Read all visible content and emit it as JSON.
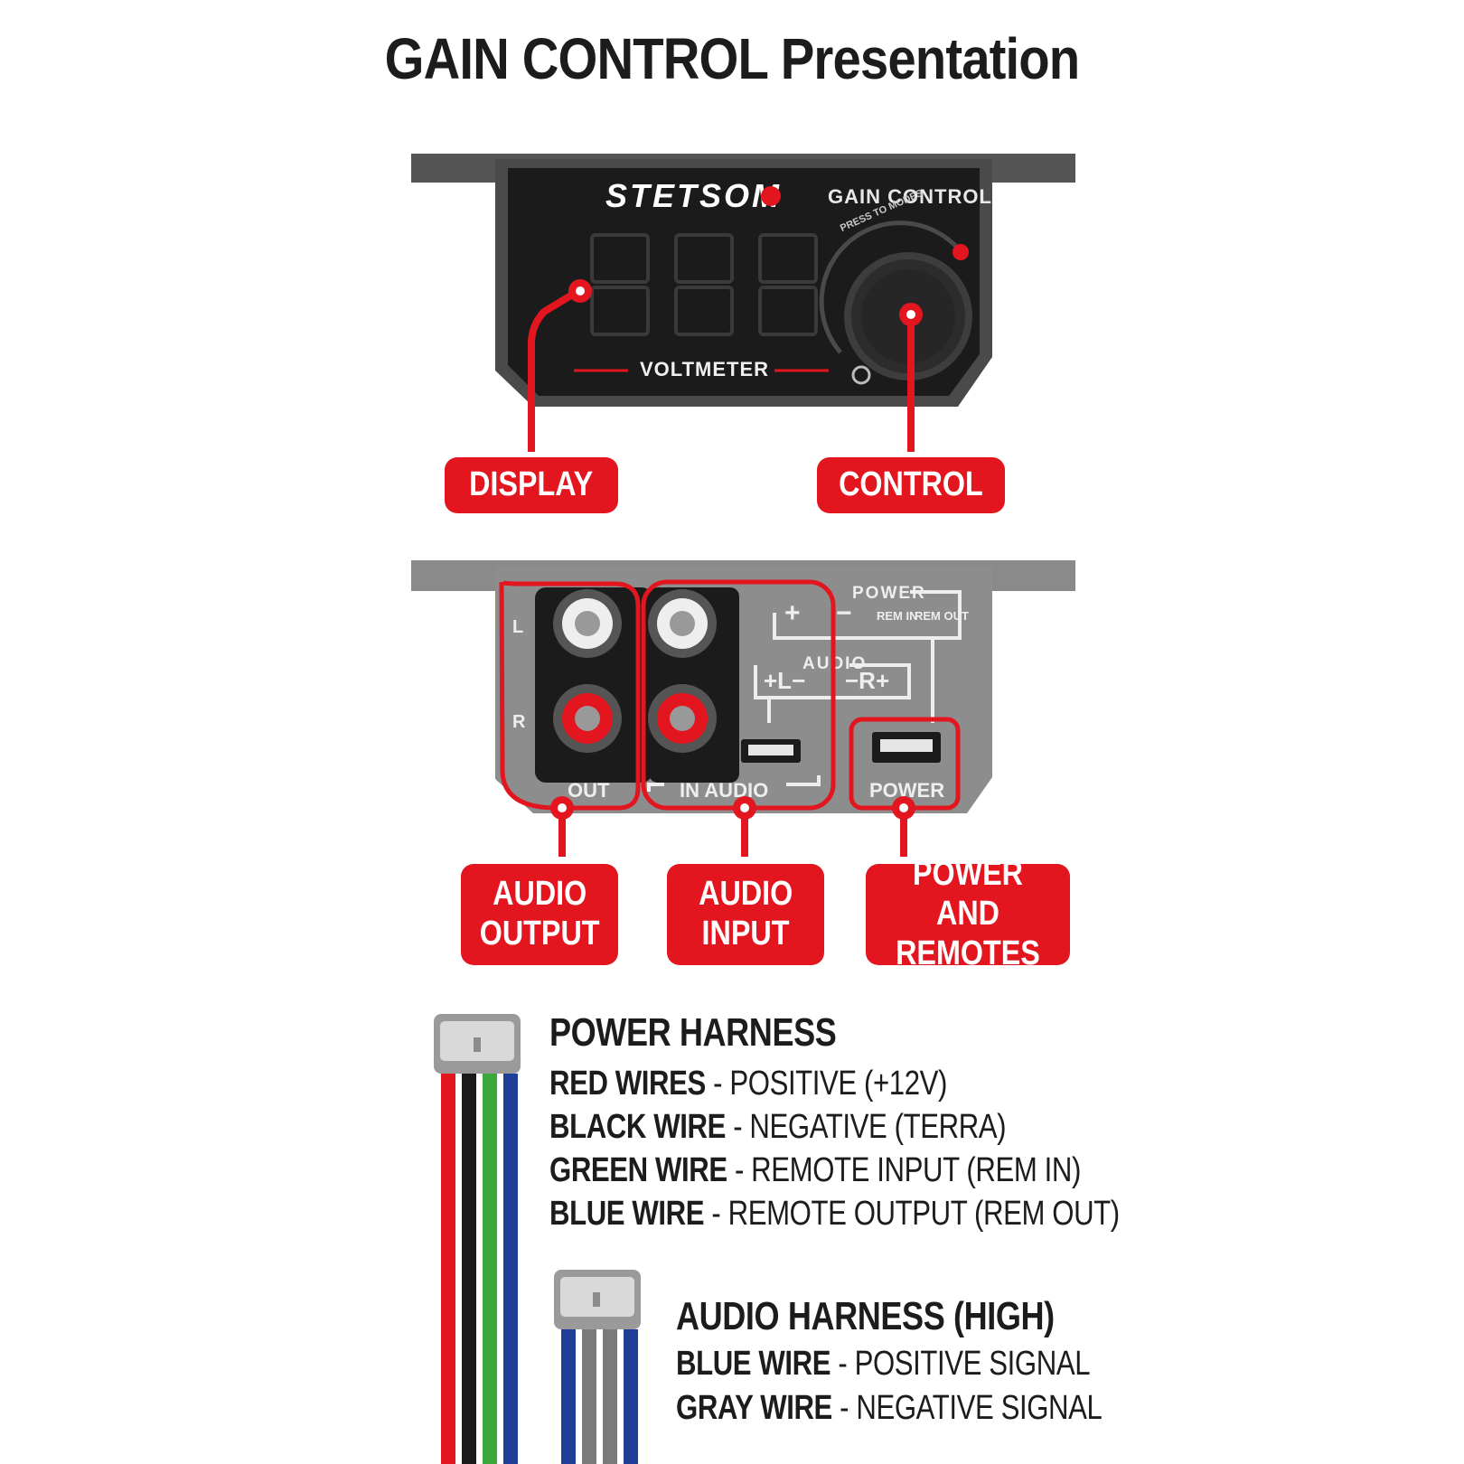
{
  "title": "GAIN CONTROL Presentation",
  "front_panel": {
    "brand": "STETSOM",
    "model": "GAIN CONTROL",
    "knob_label": "PRESS TO MODES",
    "plus_sign": "+",
    "minus_sign": "−",
    "display_caption": "VOLTMETER"
  },
  "callouts_top": {
    "display": "DISPLAY",
    "control": "CONTROL"
  },
  "back_panel": {
    "label_l": "L",
    "label_r": "R",
    "out": "OUT",
    "in_audio": "IN AUDIO",
    "power": "POWER",
    "power_top": "POWER",
    "audio_top": "AUDIO",
    "rem_in": "REM IN",
    "rem_out": "REM OUT"
  },
  "callouts_bottom": {
    "audio_output_1": "AUDIO",
    "audio_output_2": "OUTPUT",
    "audio_input_1": "AUDIO",
    "audio_input_2": "INPUT",
    "power_remotes_1": "POWER AND",
    "power_remotes_2": "REMOTES"
  },
  "power_harness": {
    "heading": "POWER HARNESS",
    "lines": [
      {
        "wire": "RED WIRES",
        "desc": " - POSITIVE (+12V)"
      },
      {
        "wire": "BLACK WIRE",
        "desc": " - NEGATIVE (TERRA)"
      },
      {
        "wire": "GREEN WIRE",
        "desc": " - REMOTE INPUT (REM IN)"
      },
      {
        "wire": "BLUE WIRE",
        "desc": " - REMOTE OUTPUT (REM OUT)"
      }
    ],
    "wire_colors": [
      "#e3161f",
      "#1a1a1a",
      "#3aa83a",
      "#1d3f97"
    ]
  },
  "audio_harness": {
    "heading": "AUDIO HARNESS (HIGH)",
    "lines": [
      {
        "wire": "BLUE WIRE",
        "desc": " - POSITIVE SIGNAL"
      },
      {
        "wire": "GRAY WIRE",
        "desc": " - NEGATIVE SIGNAL"
      }
    ],
    "wire_colors": [
      "#1d3f97",
      "#7a7a7a",
      "#7a7a7a",
      "#1d3f97"
    ]
  },
  "colors": {
    "accent_red": "#e3161f",
    "panel_dark": "#1a1a1a",
    "panel_gray": "#555555"
  }
}
